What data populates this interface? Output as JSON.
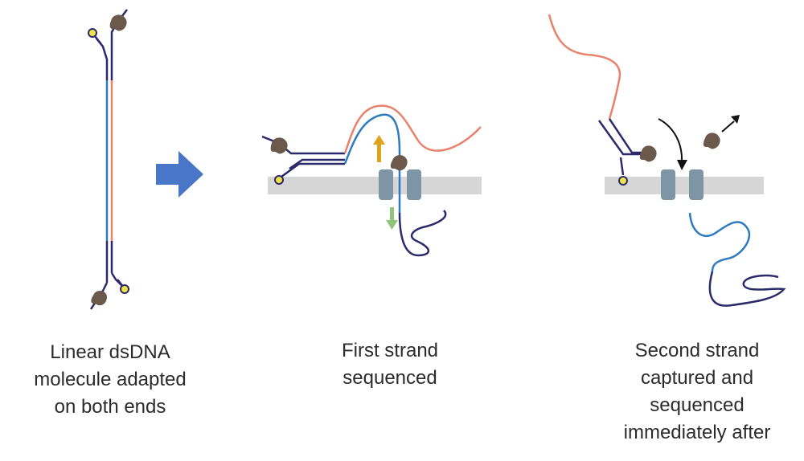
{
  "captions": {
    "panel1": [
      "Linear dsDNA",
      "molecule adapted",
      "on both ends"
    ],
    "panel2": [
      "First strand",
      "sequenced"
    ],
    "panel3": [
      "Second strand",
      "captured and",
      "sequenced",
      "immediately after"
    ]
  },
  "colors": {
    "dark_strand": "#2b2a6b",
    "blue_strand": "#2e7bbf",
    "salmon_strand": "#e9826c",
    "membrane": "#d6d6d6",
    "pore": "#7e95a6",
    "motor_protein": "#6b5a4c",
    "tether": "#f2e24a",
    "transition_arrow": "#4a76c8",
    "up_arrow": "#e0a21a",
    "down_arrow": "#93c47d",
    "black_arrow": "#111111"
  }
}
